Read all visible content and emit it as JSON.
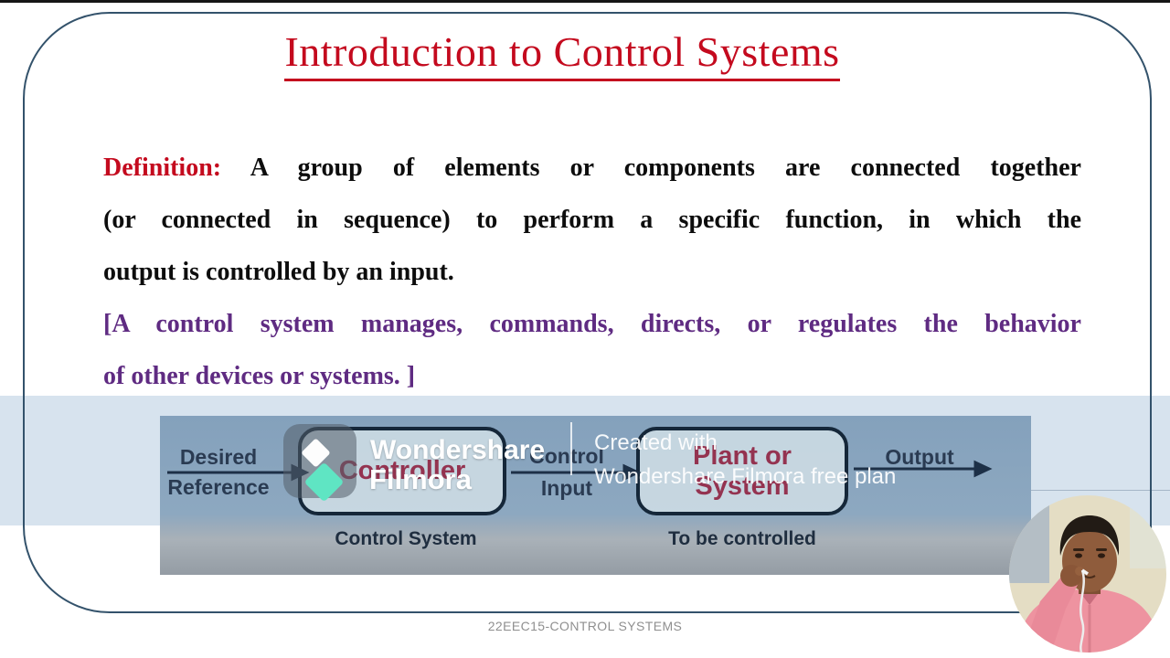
{
  "page": {
    "title": "Introduction to Control Systems",
    "footer": "22EEC15-CONTROL SYSTEMS"
  },
  "definition": {
    "label": "Definition:",
    "line1_rest": " A group of elements or components are connected together",
    "line2": "(or connected in sequence) to perform a specific function, in which the",
    "line3": "output is controlled by an input.",
    "note_line1": "[A control system manages, commands, directs, or regulates the behavior",
    "note_line2": "of other devices or systems. ]"
  },
  "diagram": {
    "input_label_line1": "Desired",
    "input_label_line2": "Reference",
    "controller_box": "Controller",
    "mid_label_line1": "Control",
    "mid_label_line2": "Input",
    "plant_box_line1": "Plant or",
    "plant_box_line2": "System",
    "output_label": "Output",
    "controller_caption": "Control System",
    "plant_caption": "To be controlled"
  },
  "watermark": {
    "brand_line1": "Wondershare",
    "brand_line2": "Filmora",
    "created_line1": "Created with",
    "created_line2": "Wondershare Filmora free plan"
  },
  "colors": {
    "title_red": "#c40a1e",
    "note_purple": "#5f2b82",
    "box_text_maroon": "#943350",
    "diagram_label_navy": "#2a3b52",
    "band_blue": "#d7e3ee",
    "diagram_bg_blue": "#8da8c0",
    "watermark_teal": "#5fe5c3",
    "slide_border": "#33526b",
    "footer_gray": "#8f8f8f"
  }
}
